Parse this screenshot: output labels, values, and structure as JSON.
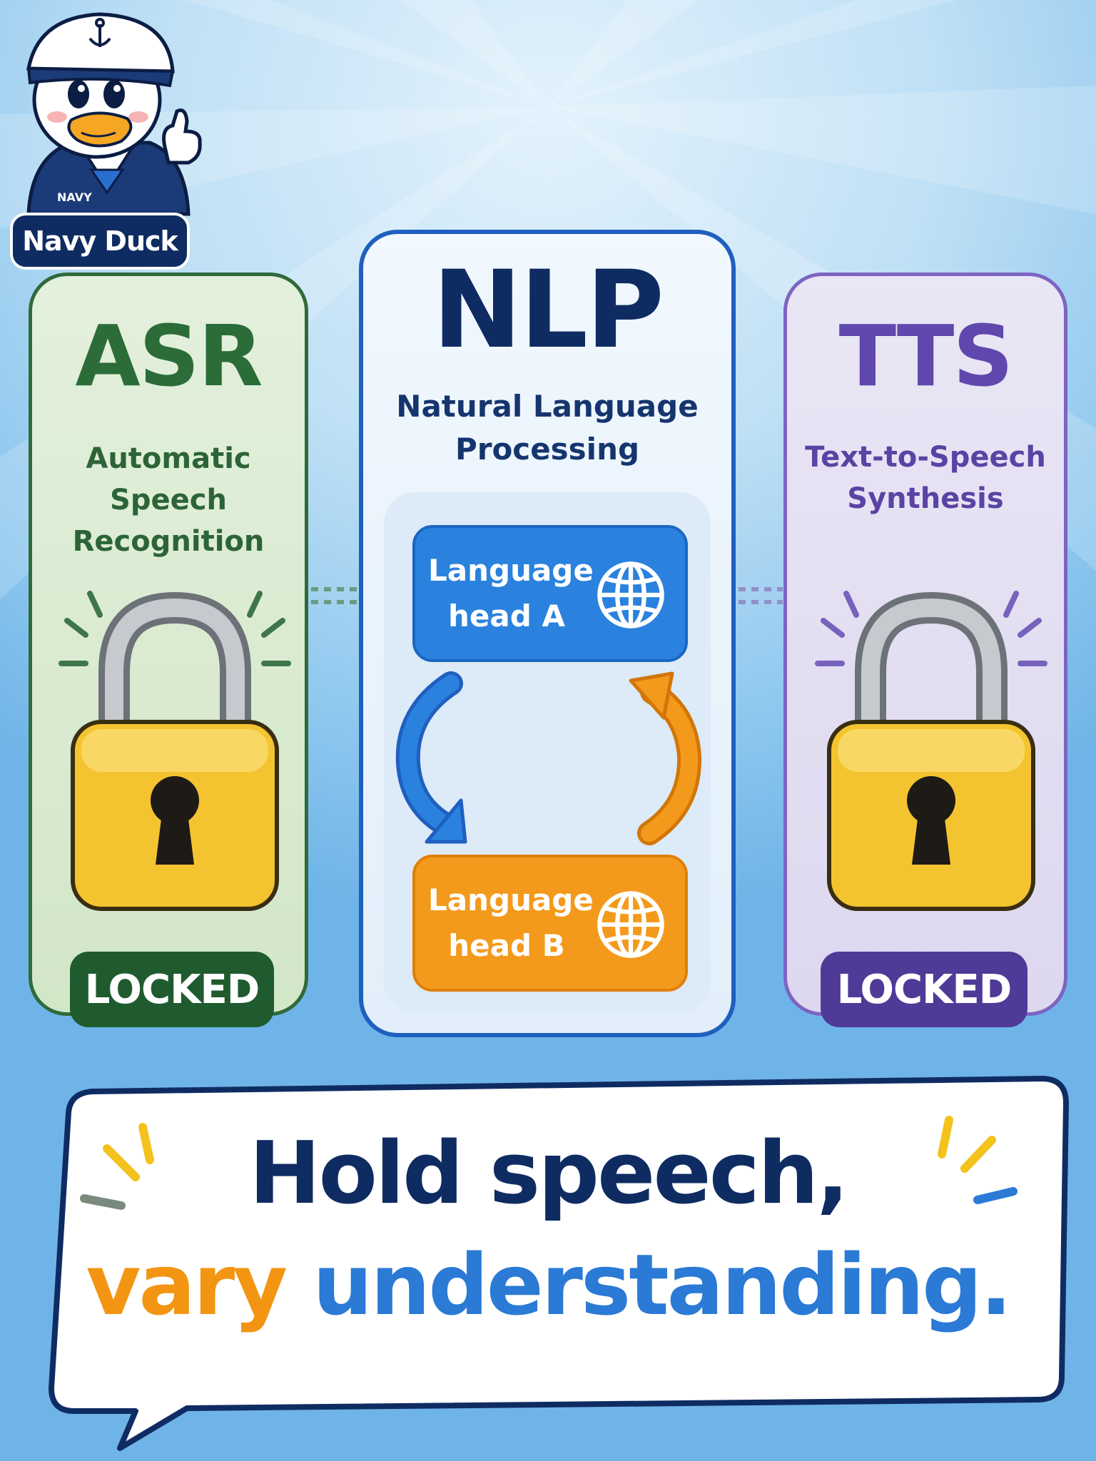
{
  "brand": {
    "mascot_icon": "navy-duck-mascot",
    "label": "Navy Duck",
    "cap_text": "NAVY"
  },
  "panels": {
    "asr": {
      "title": "ASR",
      "subtitle_lines": [
        "Automatic",
        "Speech",
        "Recognition"
      ],
      "status": "LOCKED",
      "color": "#2f6a3b",
      "icon": "padlock-icon"
    },
    "nlp": {
      "title": "NLP",
      "subtitle_lines": [
        "Natural Language",
        "Processing"
      ],
      "color": "#1f5fbf",
      "heads": [
        {
          "label_lines": [
            "Language",
            "head A"
          ],
          "color": "#2a82de",
          "icon": "globe-icon"
        },
        {
          "label_lines": [
            "Language",
            "head B"
          ],
          "color": "#f39a1c",
          "icon": "globe-icon"
        }
      ],
      "cycle_icon": "swap-arrows-icon"
    },
    "tts": {
      "title": "TTS",
      "subtitle_lines": [
        "Text-to-Speech",
        "Synthesis"
      ],
      "status": "LOCKED",
      "color": "#7d64c2",
      "icon": "padlock-icon"
    }
  },
  "slogan": {
    "line1": "Hold speech,",
    "line2_accent": "vary",
    "line2_rest": "understanding."
  }
}
